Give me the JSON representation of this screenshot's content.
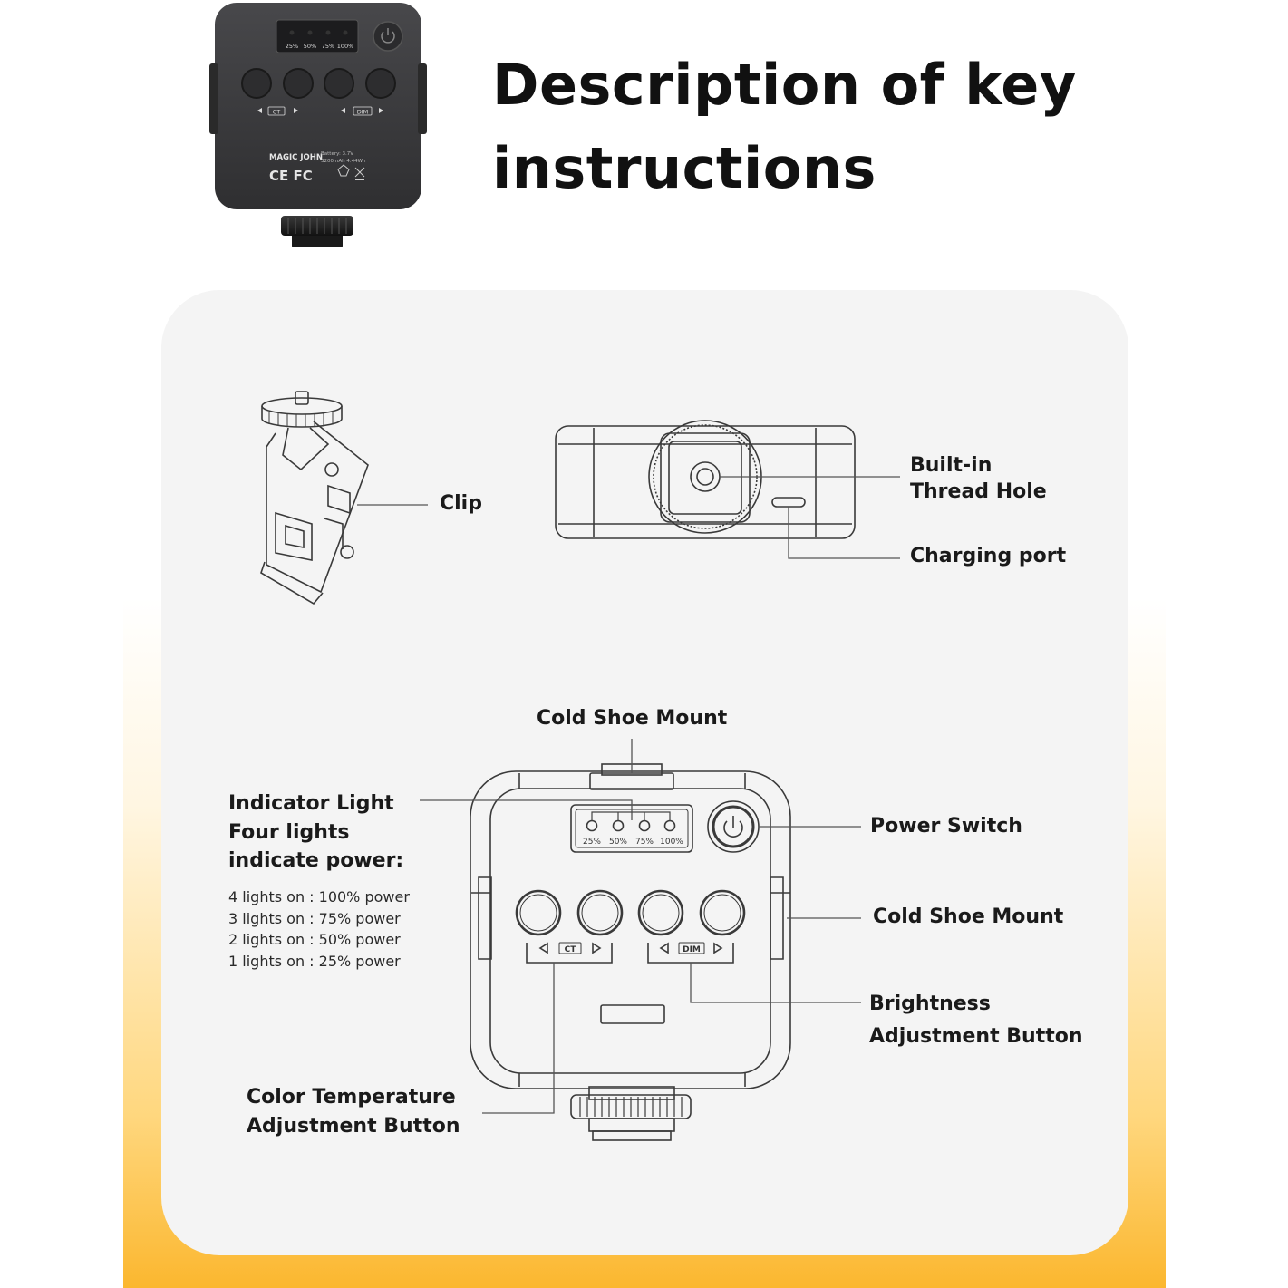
{
  "title": {
    "line1": "Description of key",
    "line2": "instructions"
  },
  "product": {
    "brand": "MAGIC JOHN",
    "battery_line1": "Battery: 3.7V",
    "battery_line2": "3200mAh 4.44Wh",
    "marks": "CE FC",
    "led_scale": [
      "25%",
      "50%",
      "75%",
      "100%"
    ],
    "ct_label": "CT",
    "dim_label": "DIM"
  },
  "labels": {
    "clip": "Clip",
    "thread_hole_line1": "Built-in",
    "thread_hole_line2": "Thread Hole",
    "charging_port": "Charging port",
    "cold_shoe_top": "Cold Shoe Mount",
    "indicator_line1": "Indicator Light",
    "indicator_line2": "Four lights",
    "indicator_line3": "indicate power:",
    "power_levels": [
      "4 lights on : 100% power",
      "3 lights on : 75% power",
      "2 lights on : 50% power",
      "1 lights on : 25% power"
    ],
    "power_switch": "Power Switch",
    "cold_shoe_side": "Cold Shoe Mount",
    "brightness_line1": "Brightness",
    "brightness_line2": "Adjustment Button",
    "color_temp_line1": "Color Temperature",
    "color_temp_line2": "Adjustment Button"
  },
  "colors": {
    "card": "#f4f4f4",
    "accent_orange": "#fbb72f",
    "device_body": "#3b3b3d",
    "text": "#111111"
  }
}
